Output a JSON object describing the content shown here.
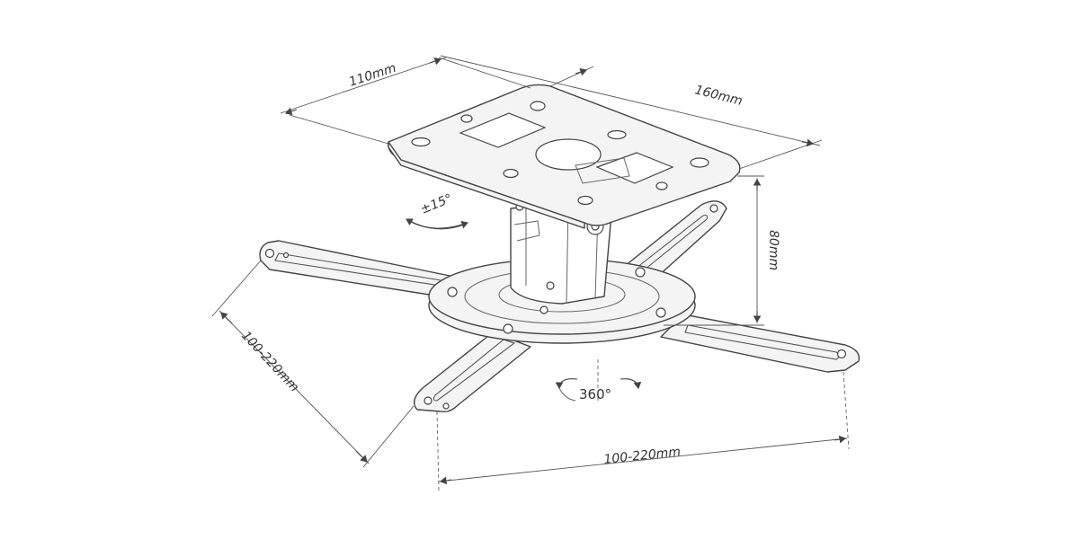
{
  "dimensions": {
    "plate_width": "110mm",
    "plate_length": "160mm",
    "height": "80mm",
    "tilt": "±15°",
    "rotation": "360°",
    "arm_span_left": "100-220mm",
    "arm_span_bottom": "100-220mm"
  }
}
